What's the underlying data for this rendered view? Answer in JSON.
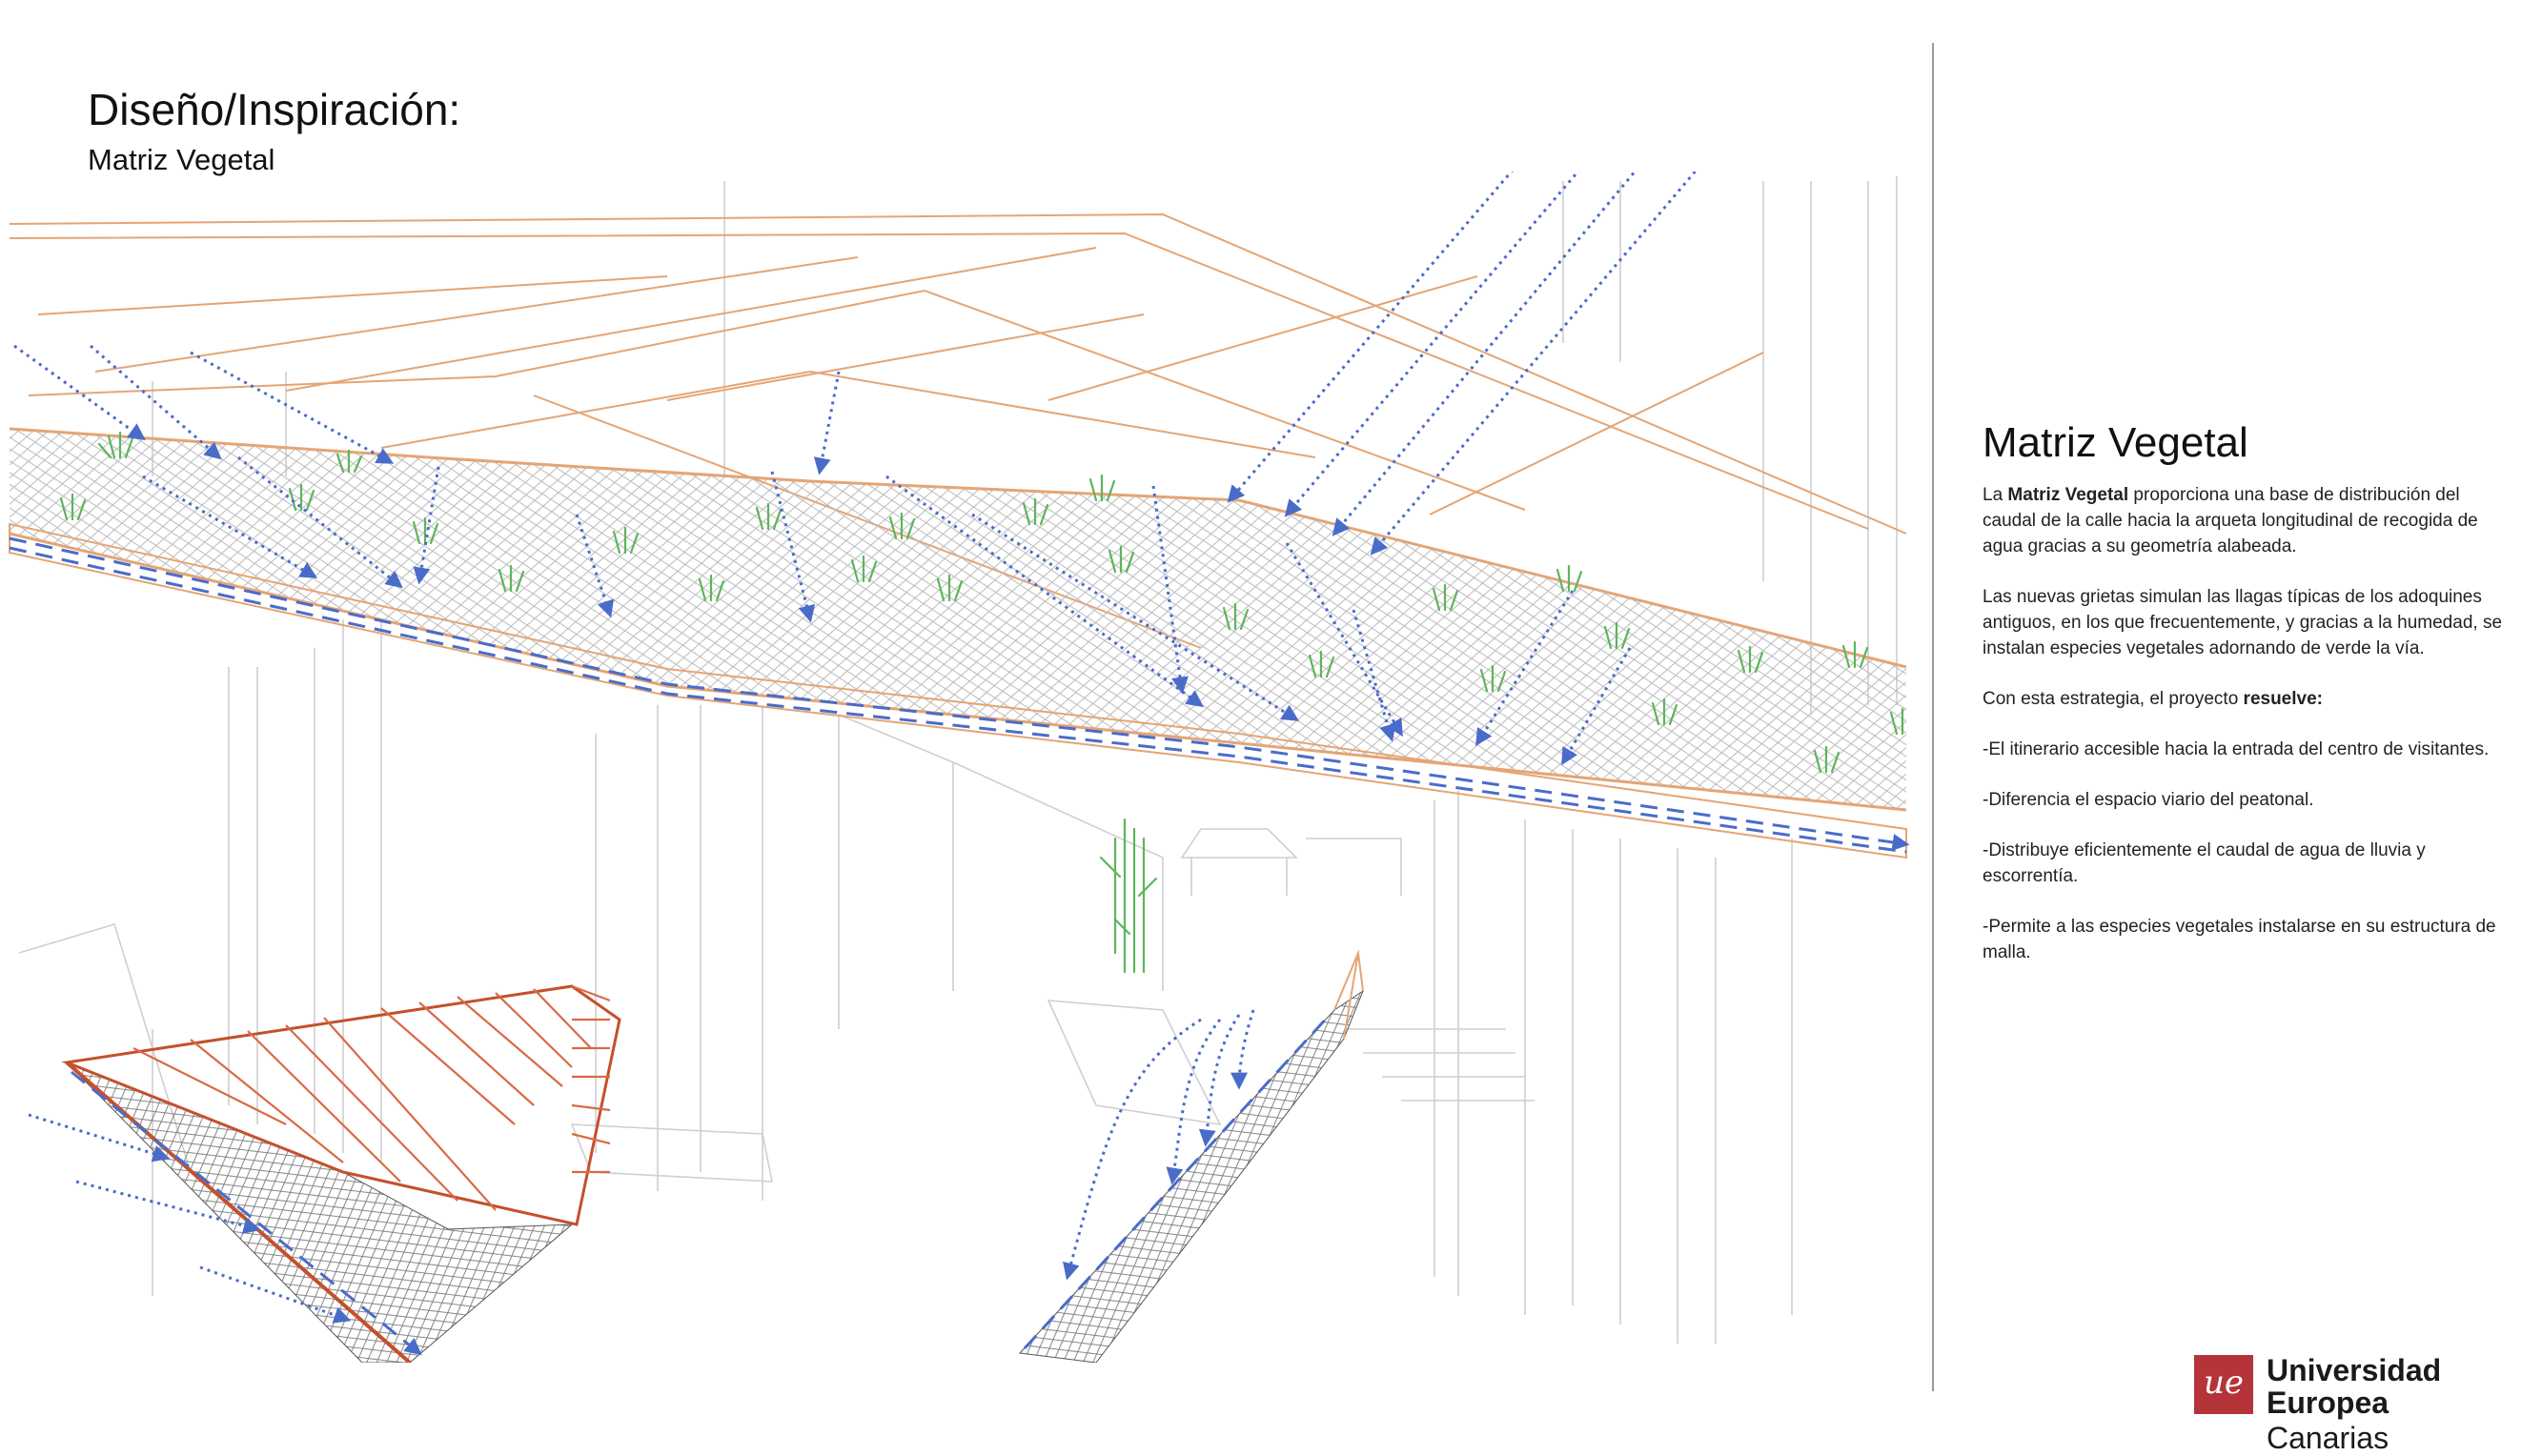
{
  "page": {
    "title": "Diseño/Inspiración:",
    "subtitle": "Matriz Vegetal"
  },
  "panel": {
    "heading": "Matriz Vegetal",
    "p1_pre": "La ",
    "p1_bold": "Matriz Vegetal",
    "p1_post": " proporciona una base de distribución del caudal de la calle hacia la arqueta longitudinal de recogida de agua gracias a su geometría alabeada.",
    "p2": "Las nuevas grietas simulan las llagas típicas de los adoquines antiguos, en los que frecuentemente, y gracias a la humedad, se instalan especies vegetales adornando de verde la vía.",
    "p3_pre": "Con esta estrategia, el proyecto ",
    "p3_bold": "resuelve:",
    "items": [
      "-El itinerario accesible hacia la entrada del centro de visitantes.",
      "-Diferencia el espacio viario del peatonal.",
      "-Distribuye eficientemente el caudal de agua de lluvia y escorrentía.",
      "-Permite a las especies vegetales instalarse en su estructura de malla."
    ]
  },
  "logo": {
    "mark": "ue",
    "line1": "Universidad",
    "line2_bold": "Europea",
    "line2_rest": " Canarias"
  },
  "colors": {
    "arrow_blue": "#4a6cc9",
    "frame_orange": "#e0a070",
    "frame_red": "#c4502c",
    "plant_green": "#5db55b",
    "sketch_grey": "#c8c8c8",
    "brand_red": "#b5343a"
  }
}
